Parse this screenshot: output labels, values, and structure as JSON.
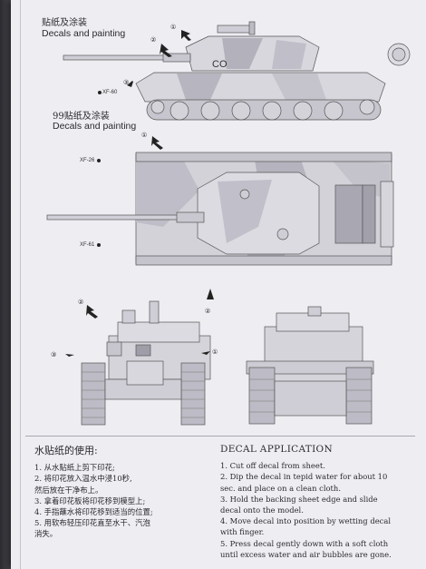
{
  "sections": {
    "top": {
      "title_cn": "贴纸及涂装",
      "title_en": "Decals and painting"
    },
    "middle": {
      "title_cn": "99贴纸及涂装",
      "title_en": "Decals and painting"
    }
  },
  "decal_codes": {
    "side": "XF-60",
    "top_upper": "XF-26",
    "top_lower": "XF-61"
  },
  "callouts": [
    "①",
    "②",
    "③"
  ],
  "hull_marking": "CO",
  "instructions_cn": {
    "heading": "水贴纸的使用:",
    "steps": [
      "1. 从水贴纸上剪下印花;",
      "2. 将印花放入温水中浸10秒,",
      "    然后放在干净布上。",
      "3. 拿着印花板将印花移到模型上;",
      "4. 手指蘸水将印花移到适当的位置;",
      "5. 用软布轻压印花直至水干、汽泡",
      "    消失。"
    ]
  },
  "instructions_en": {
    "heading": "DECAL APPLICATION",
    "steps": [
      "1. Cut off decal from sheet.",
      "2. Dip the decal in tepid water for about 10",
      "    sec. and place on a clean cloth.",
      "3. Hold the backing sheet edge and slide",
      "    decal onto the model.",
      "4. Move decal into position by wetting decal",
      "    with finger.",
      "5. Press decal gently down with a soft cloth",
      "    until excess water and air bubbles are gone."
    ]
  }
}
